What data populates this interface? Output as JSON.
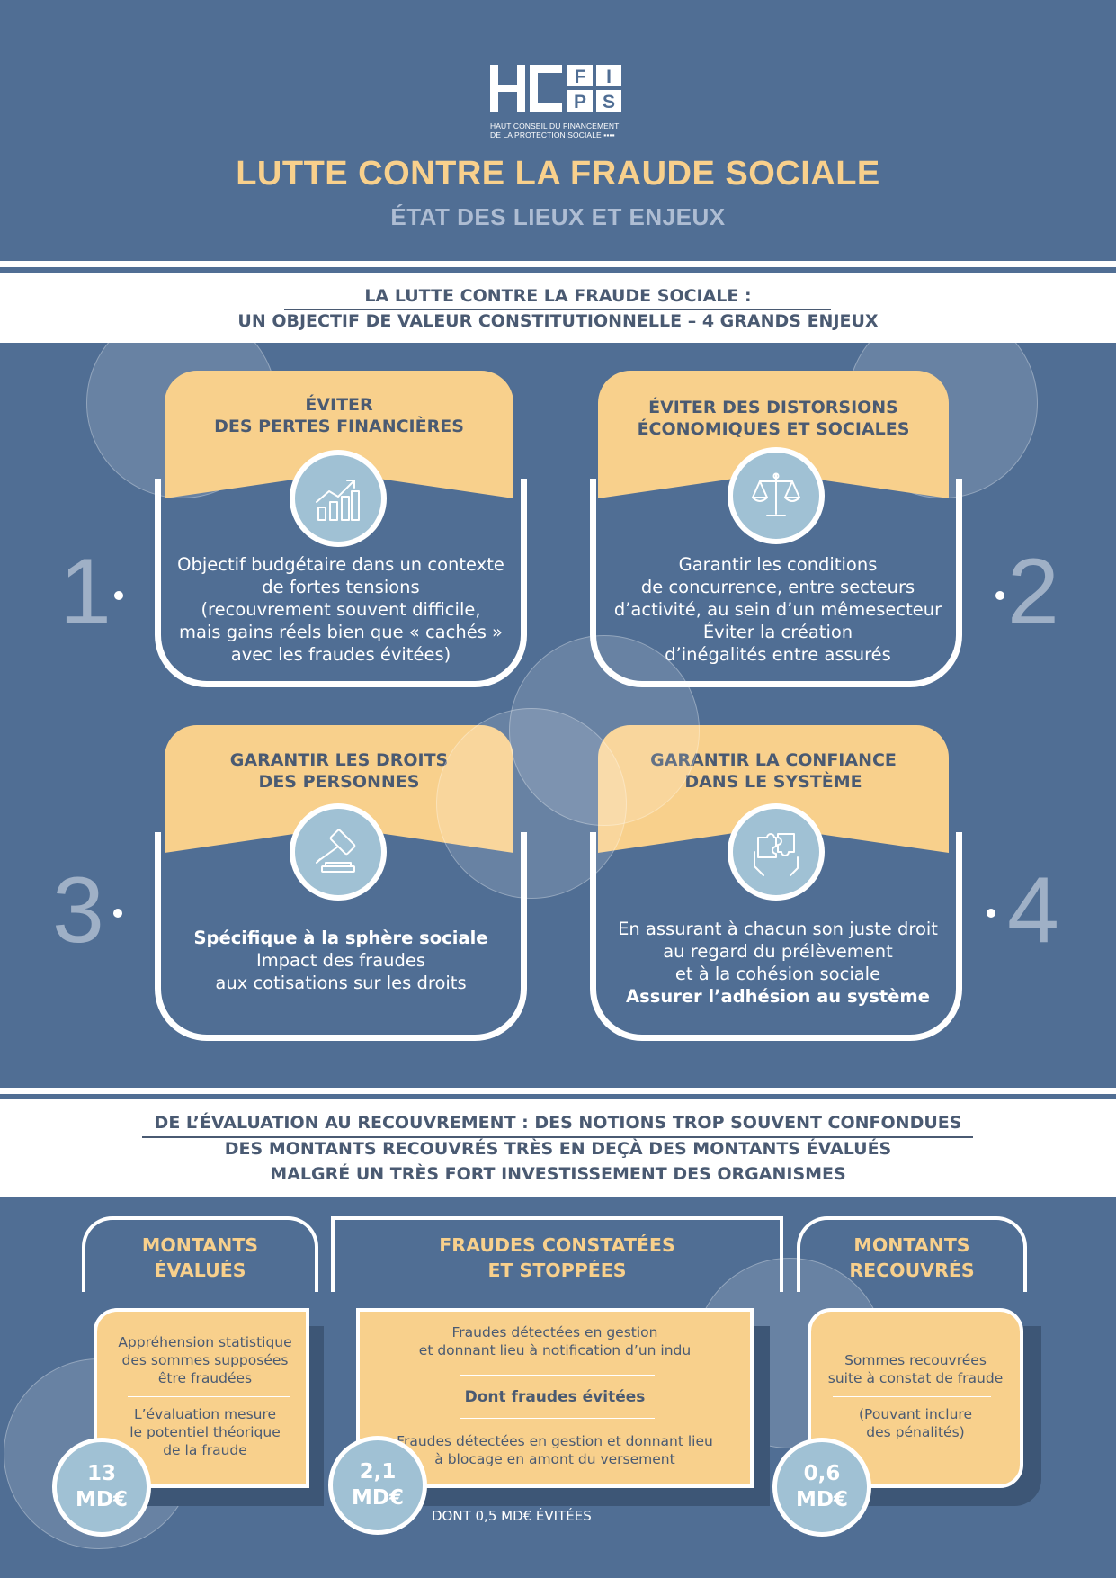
{
  "header": {
    "logo": {
      "text": "HCFIPS",
      "line1": "HAUT CONSEIL DU FINANCEMENT",
      "line2": "DE LA PROTECTION SOCIALE"
    },
    "title": "LUTTE CONTRE LA FRAUDE SOCIALE",
    "subtitle": "ÉTAT DES LIEUX ET ENJEUX"
  },
  "section1": {
    "line1": "LA LUTTE CONTRE LA FRAUDE SOCIALE :",
    "line2": "UN OBJECTIF DE VALEUR CONSTITUTIONNELLE – 4 GRANDS ENJEUX"
  },
  "challenges": [
    {
      "number": "1",
      "icon": "growth-chart-icon",
      "title": [
        "ÉVITER",
        "DES PERTES FINANCIÈRES"
      ],
      "body": [
        "Objectif budgétaire dans un contexte",
        "de fortes tensions",
        "(recouvrement souvent difficile,",
        "mais gains réels bien que « cachés »",
        "avec les fraudes évitées)"
      ]
    },
    {
      "number": "2",
      "icon": "balance-scale-icon",
      "title": [
        "ÉVITER DES DISTORSIONS",
        "ÉCONOMIQUES ET SOCIALES"
      ],
      "body": [
        "Garantir les conditions",
        "de concurrence, entre secteurs",
        "d’activité, au sein d’un mêmesecteur",
        "Éviter la création",
        "d’inégalités entre assurés"
      ]
    },
    {
      "number": "3",
      "icon": "gavel-icon",
      "title": [
        "GARANTIR LES DROITS",
        "DES PERSONNES"
      ],
      "body_bold": "Spécifique à la sphère sociale",
      "body": [
        "Impact des fraudes",
        "aux cotisations sur les droits"
      ]
    },
    {
      "number": "4",
      "icon": "puzzle-hands-icon",
      "title": [
        "GARANTIR LA CONFIANCE",
        "DANS LE SYSTÈME"
      ],
      "body": [
        "En assurant à chacun son juste droit",
        "au regard du prélèvement",
        "et à la cohésion sociale"
      ],
      "body_bold": "Assurer l’adhésion au système"
    }
  ],
  "section2": {
    "line1": "DE L’ÉVALUATION AU RECOUVREMENT : DES NOTIONS TROP SOUVENT CONFONDUES",
    "line2": "DES MONTANTS RECOUVRÉS TRÈS EN DEÇÀ DES MONTANTS ÉVALUÉS",
    "line3": "MALGRÉ UN TRÈS FORT INVESTISSEMENT DES ORGANISMES"
  },
  "amounts": [
    {
      "title": [
        "MONTANTS",
        "ÉVALUÉS"
      ],
      "text_a": [
        "Appréhension statistique",
        "des sommes supposées",
        "être fraudées"
      ],
      "text_b": [
        "L’évaluation mesure",
        "le potentiel théorique",
        "de la fraude"
      ],
      "value": "13",
      "unit": "MD€"
    },
    {
      "title": [
        "FRAUDES CONSTATÉES",
        "ET STOPPÉES"
      ],
      "text_a": [
        "Fraudes détectées en gestion",
        "et donnant lieu à notification d’un indu"
      ],
      "text_mid": "Dont fraudes évitées",
      "text_b": [
        "Fraudes détectées en gestion et donnant lieu",
        "à blocage en amont du versement"
      ],
      "value": "2,1",
      "unit": "MD€",
      "note": "DONT 0,5 MD€ ÉVITÉES"
    },
    {
      "title": [
        "MONTANTS",
        "RECOUVRÉS"
      ],
      "text_a": [
        "Sommes recouvrées",
        "suite à constat de fraude"
      ],
      "text_b": [
        "(Pouvant inclure",
        "des pénalités)"
      ],
      "value": "0,6",
      "unit": "MD€"
    }
  ],
  "colors": {
    "background": "#506e94",
    "accent_yellow": "#f8d08c",
    "badge_blue": "#a0c1d4",
    "heading_dark": "#4a5a72",
    "number_grey": "#9fb0c6"
  }
}
